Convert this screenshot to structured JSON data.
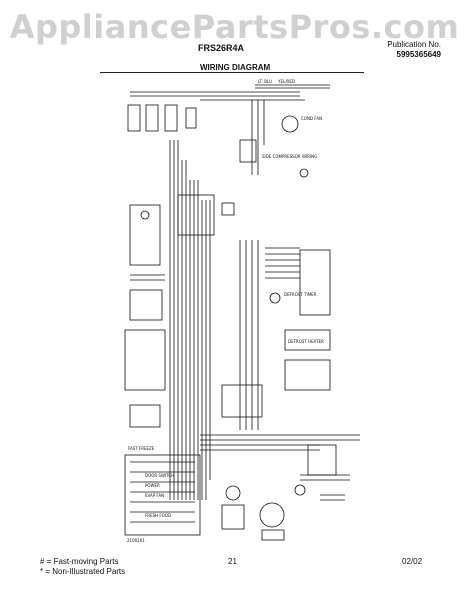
{
  "watermark": "AppliancePartsPros.com",
  "header": {
    "model": "FRS26R4A",
    "publication_label": "Publication No.",
    "publication_no": "5995365649",
    "title": "WIRING DIAGRAM"
  },
  "diagram_labels": {
    "fast_freeze": "FAST FREEZE",
    "door_switch": "DOOR SWITCH",
    "power": "POWER",
    "evap_fan": "EVAP FAN",
    "fresh_food": "FRESH FOOD",
    "defrost_heater": "DEFROST HEATER",
    "defrost_timer": "DEFROST TIMER",
    "compressor": "SIDE COMPRESSOR WIRING",
    "cond_fan": "COND FAN",
    "lt_blu": "LT. BLU",
    "yel_red": "YEL/RED",
    "code": "2100201"
  },
  "footer": {
    "legend_fast": "# = Fast-moving Parts",
    "legend_non": "* = Non-Illustrated Parts",
    "page": "21",
    "date": "02/02"
  }
}
